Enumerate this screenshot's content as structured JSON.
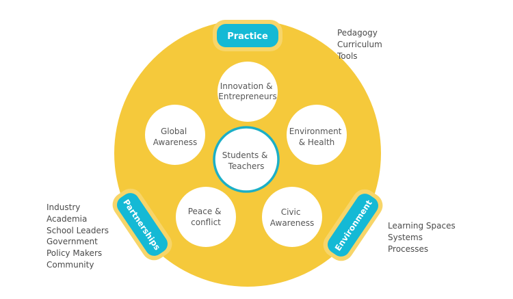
{
  "diagram": {
    "colors": {
      "ring": "#F5C93B",
      "ring_edge": "#F7D569",
      "circle": "#FFFFFF",
      "center_border": "#1CAFC6",
      "tab": "#14B9D5",
      "text": "#555555",
      "tab_text": "#FFFFFF"
    },
    "center": {
      "lines": [
        "Students &",
        "Teachers"
      ]
    },
    "circles": [
      {
        "id": "innovation",
        "lines": [
          "Innovation &",
          "Entrepreneurs"
        ]
      },
      {
        "id": "environment-health",
        "lines": [
          "Environment",
          "& Health"
        ]
      },
      {
        "id": "civic",
        "lines": [
          "Civic",
          "Awareness"
        ]
      },
      {
        "id": "peace",
        "lines": [
          "Peace &",
          "conflict"
        ]
      },
      {
        "id": "global",
        "lines": [
          "Global",
          "Awareness"
        ]
      }
    ],
    "tabs": [
      {
        "id": "practice",
        "label": "Practice"
      },
      {
        "id": "partnerships",
        "label": "Partnerships"
      },
      {
        "id": "environment",
        "label": "Environment"
      }
    ],
    "side_lists": {
      "practice": [
        "Pedagogy",
        "Curriculum",
        "Tools"
      ],
      "partnerships": [
        "Industry",
        "Academia",
        "School Leaders",
        "Government",
        "Policy Makers",
        "Community"
      ],
      "environment": [
        "Learning Spaces",
        "Systems",
        "Processes"
      ]
    }
  }
}
